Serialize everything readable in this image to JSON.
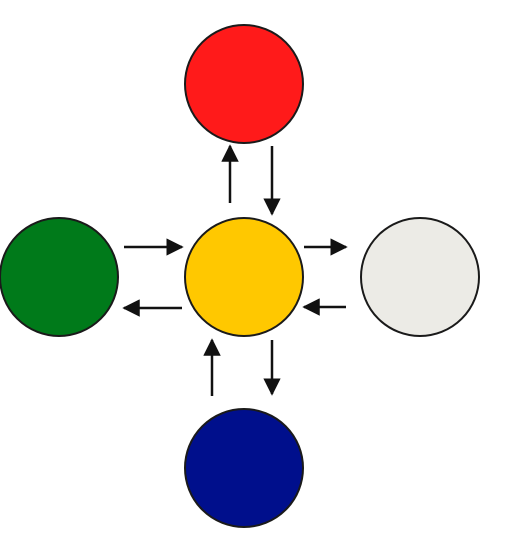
{
  "diagram": {
    "nodes": [
      {
        "id": "center",
        "color": "#ffc800"
      },
      {
        "id": "top",
        "color": "#ff1a1a"
      },
      {
        "id": "left",
        "color": "#007a1a"
      },
      {
        "id": "right",
        "color": "#ecebe6"
      },
      {
        "id": "bottom",
        "color": "#000f8c"
      }
    ],
    "edges": [
      {
        "from": "center",
        "to": "top"
      },
      {
        "from": "top",
        "to": "center"
      },
      {
        "from": "left",
        "to": "center"
      },
      {
        "from": "center",
        "to": "left"
      },
      {
        "from": "center",
        "to": "right"
      },
      {
        "from": "right",
        "to": "center"
      },
      {
        "from": "bottom",
        "to": "center"
      },
      {
        "from": "center",
        "to": "bottom"
      }
    ],
    "node_outline_color": "#1a1a1a",
    "arrow_color": "#111111"
  }
}
